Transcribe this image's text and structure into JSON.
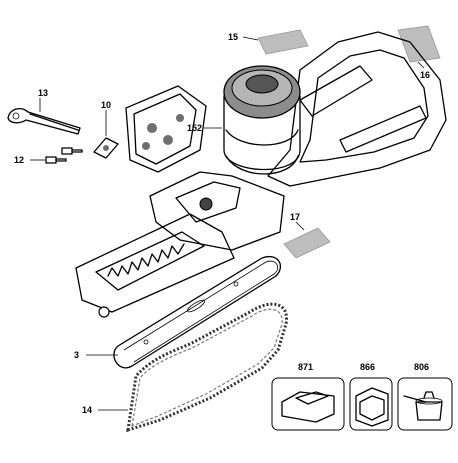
{
  "callouts": {
    "c15": "15",
    "c16": "16",
    "c13": "13",
    "c10": "10",
    "c152": "152",
    "c12": "12",
    "c17": "17",
    "c3": "3",
    "c14": "14",
    "c871": "871",
    "c866": "866",
    "c806": "806"
  }
}
